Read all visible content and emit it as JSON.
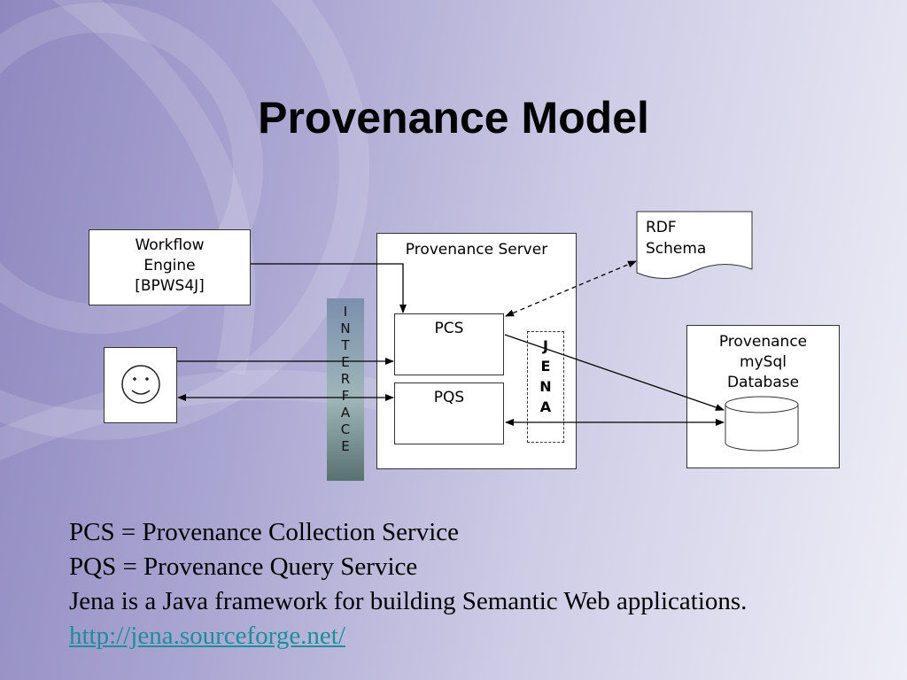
{
  "slide": {
    "title": "Provenance Model"
  },
  "diagram": {
    "workflow_engine": [
      "Workflow",
      "Engine",
      "[BPWS4J]"
    ],
    "rdf_schema": [
      "RDF",
      "Schema"
    ],
    "provenance_server": "Provenance Server",
    "pcs": "PCS",
    "pqs": "PQS",
    "interface_letters": [
      "I",
      "N",
      "T",
      "E",
      "R",
      "F",
      "A",
      "C",
      "E"
    ],
    "jena_letters": [
      "J",
      "E",
      "N",
      "A"
    ],
    "database": [
      "Provenance",
      "mySql",
      "Database"
    ],
    "user_icon": "smiley-face-icon"
  },
  "footer": {
    "line1": "PCS = Provenance Collection Service",
    "line2": "PQS = Provenance Query Service",
    "line3": "Jena is a Java framework for building Semantic Web applications.",
    "link": "http://jena.sourceforge.net/"
  }
}
